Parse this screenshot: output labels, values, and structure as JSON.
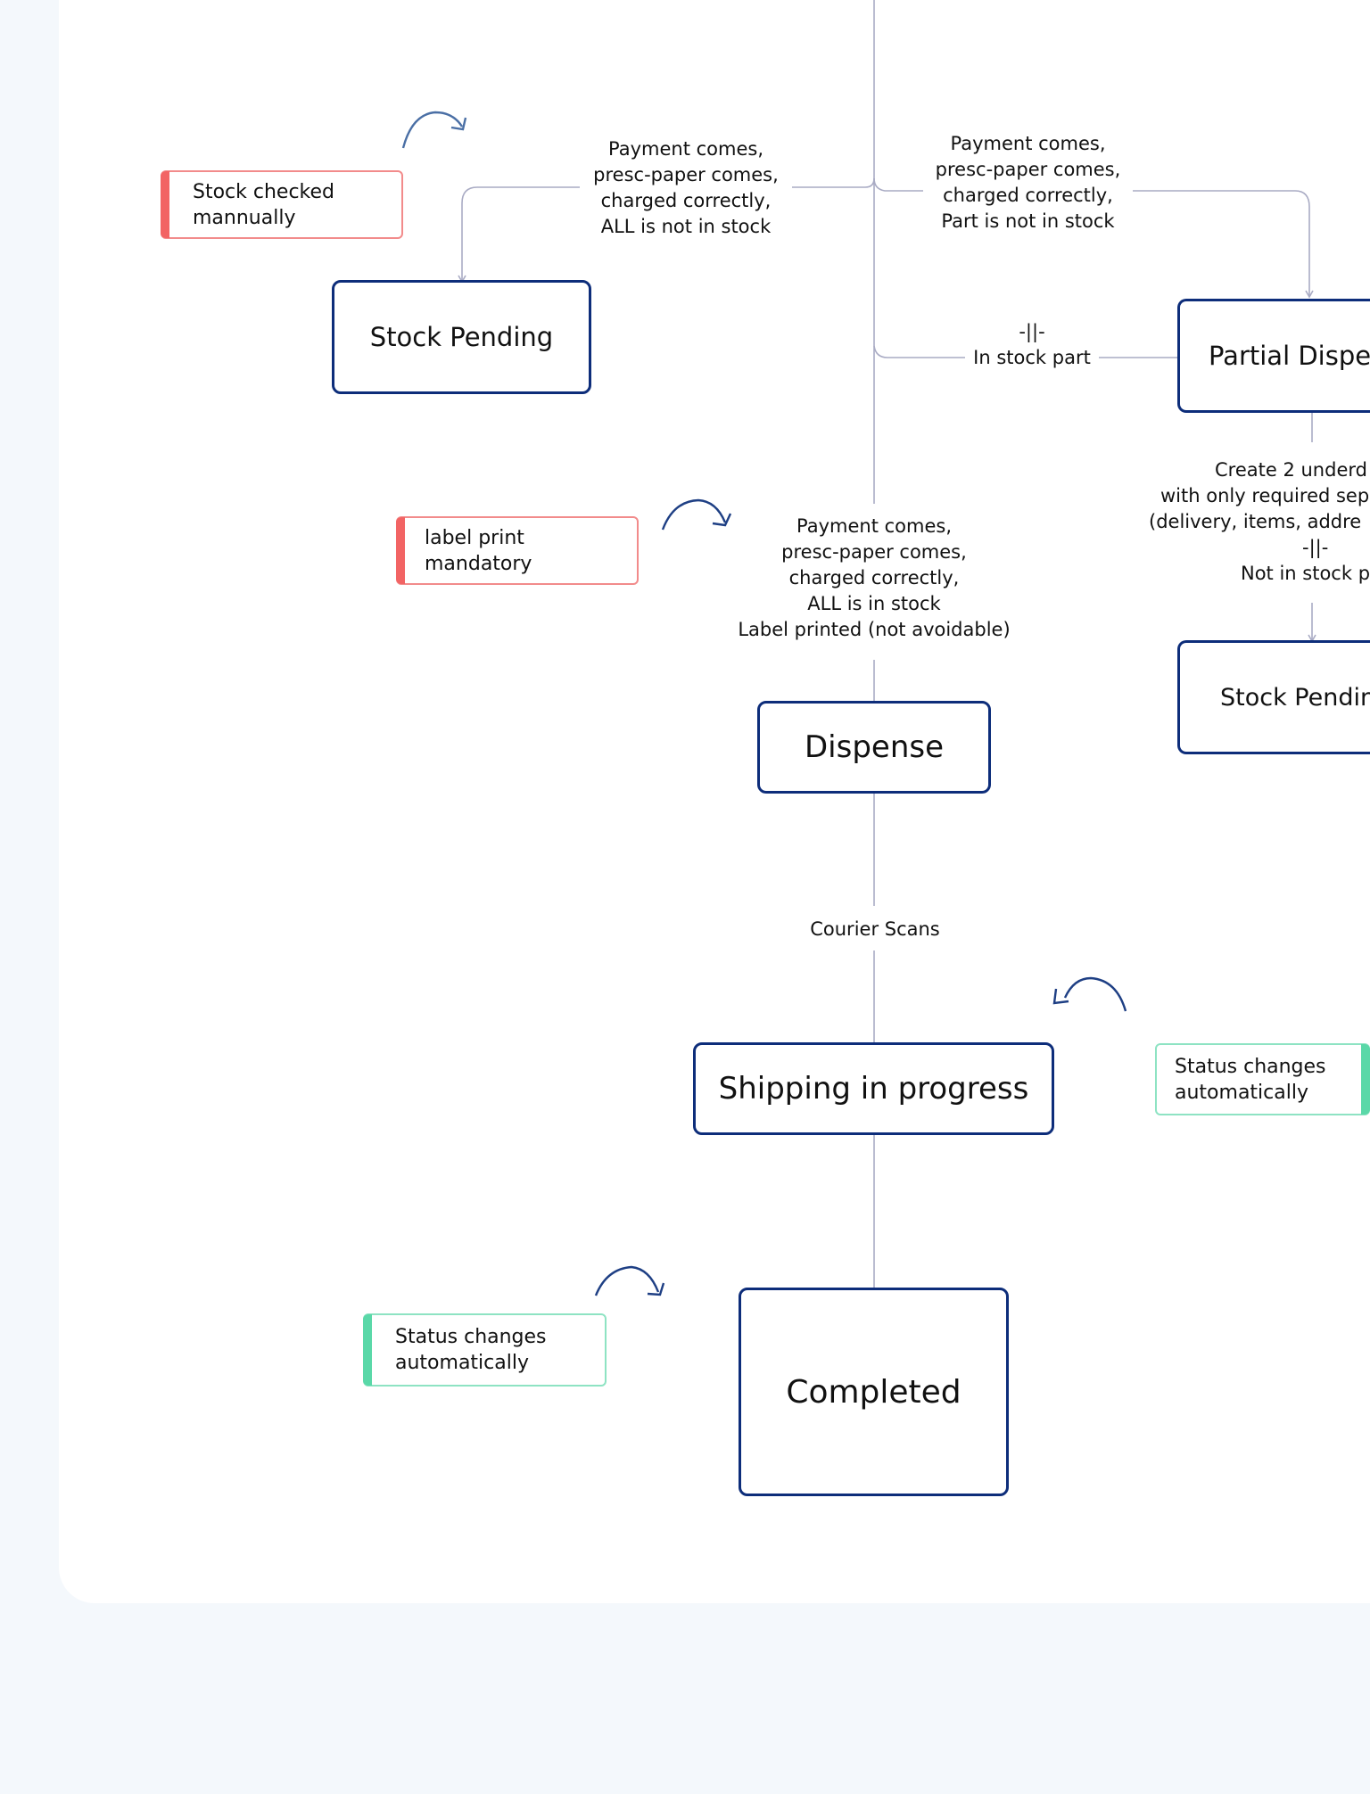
{
  "colors": {
    "node_border": "#0d2d7a",
    "connector": "#a9abc4",
    "note_red": "#f26464",
    "note_green": "#5ad8a8",
    "background": "#f4f8fc"
  },
  "nodes": {
    "stock_pending_left": "Stock Pending",
    "partial_dispense": "Partial Dispen",
    "stock_pending_right": "Stock Pendin",
    "dispense": "Dispense",
    "shipping": "Shipping in progress",
    "completed": "Completed"
  },
  "edges": {
    "to_stock_pending": [
      "Payment comes,",
      "presc-paper comes,",
      "charged correctly,",
      "ALL is not in stock"
    ],
    "to_partial": [
      "Payment comes,",
      "presc-paper comes,",
      "charged correctly,",
      "Part is not in stock"
    ],
    "in_stock_part": [
      "-||-",
      "In stock part"
    ],
    "create_orders": [
      "Create 2 underd",
      "with only required sep",
      "(delivery, items, addre",
      "-||-",
      "Not in stock p"
    ],
    "to_dispense": [
      "Payment comes,",
      "presc-paper comes,",
      "charged correctly,",
      "ALL is in stock",
      "Label printed (not avoidable)"
    ],
    "courier": "Courier Scans"
  },
  "notes": {
    "stock_checked": [
      "Stock checked",
      "mannually"
    ],
    "label_print": [
      "label print",
      "mandatory"
    ],
    "status_auto_right": [
      "Status changes",
      "automatically"
    ],
    "status_auto_left": [
      "Status changes",
      "automatically"
    ]
  },
  "icons": [
    "curved-arrow-icon"
  ]
}
